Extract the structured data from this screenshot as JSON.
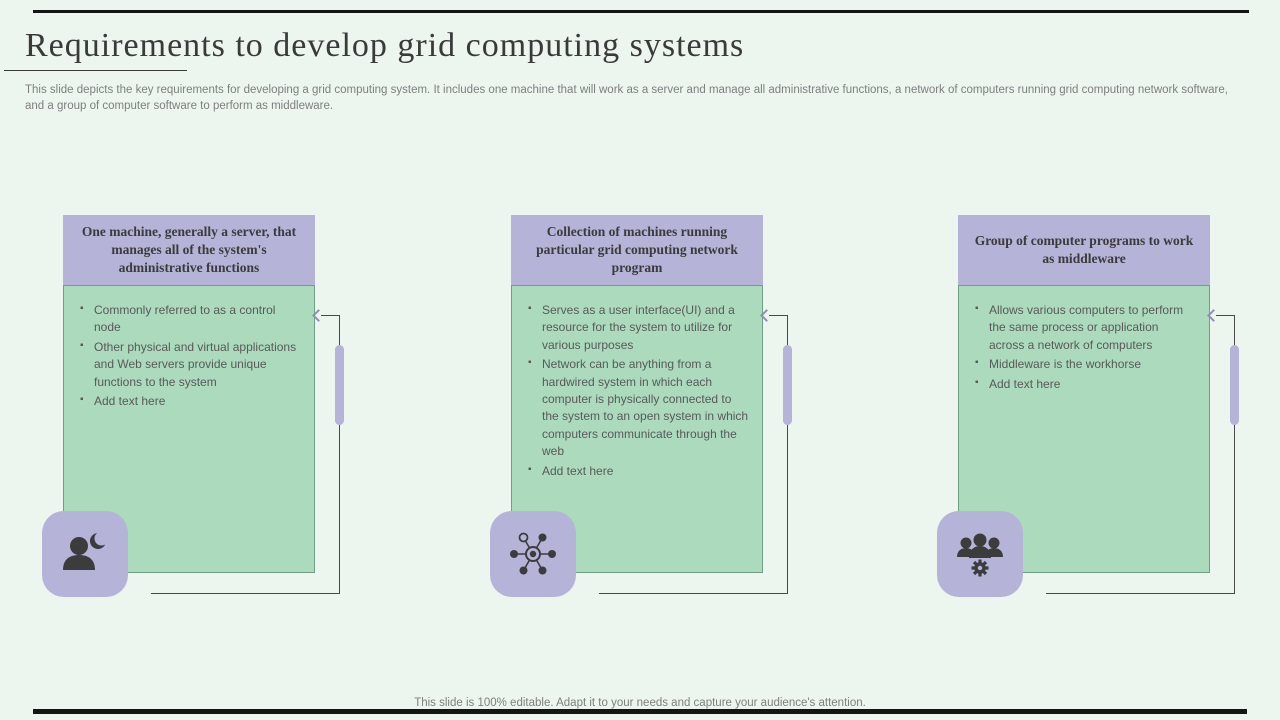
{
  "slide": {
    "title": "Requirements to develop grid computing systems",
    "description": "This slide depicts the key requirements for developing a grid computing system. It includes one machine that will work as a server and manage all administrative functions, a network of computers running grid computing network software, and a group of computer software to perform as middleware.",
    "footer": "This slide is 100% editable. Adapt it to your needs and capture your audience's attention."
  },
  "colors": {
    "background": "#ecf5ee",
    "header_fill": "#b5b4d8",
    "body_fill": "#acdabd",
    "icon_fill": "#b5b4d8",
    "connector_line": "#4a4a4a",
    "accent_bar": "#141414",
    "title_text": "#3a3a3a",
    "body_text": "#595959",
    "muted_text": "#7f7f7f"
  },
  "columns": [
    {
      "header": "One machine, generally a server, that manages all of the system's administrative functions",
      "icon": "user-with-crescent-icon",
      "bullets": [
        "Commonly referred to as a control node",
        "Other physical and virtual applications and Web servers provide unique functions to the system",
        "Add text here"
      ]
    },
    {
      "header": "Collection of machines running particular grid computing network program",
      "icon": "network-nodes-icon",
      "bullets": [
        "Serves as a user interface(UI) and a resource for the system to utilize for various purposes",
        "Network can be anything from a hardwired system in which each computer is physically connected to the system to an open system in which computers communicate through the web",
        "Add text here"
      ]
    },
    {
      "header": "Group of computer programs to work as middleware",
      "icon": "team-with-gear-icon",
      "bullets": [
        "Allows various computers to perform the same process or application across a network of computers",
        "Middleware is the workhorse",
        "Add text here"
      ]
    }
  ]
}
